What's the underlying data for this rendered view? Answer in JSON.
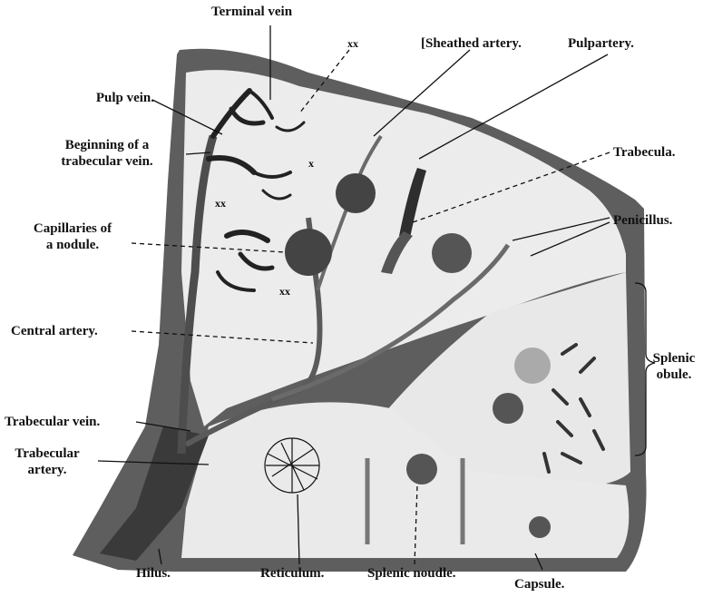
{
  "labels": {
    "terminal_vein": "Terminal vein",
    "xx_top": "xx",
    "sheathed_artery": "[Sheathed artery.",
    "pulpartery": "Pulpartery.",
    "pulp_vein": "Pulp vein.",
    "beginning_trabecular_vein_line1": "Beginning of a",
    "beginning_trabecular_vein_line2": "trabecular vein.",
    "trabecula": "Trabecula.",
    "penicillus": "Penicillus.",
    "capillaries_nodule_line1": "Capillaries of",
    "capillaries_nodule_line2": "a nodule.",
    "central_artery": "Central artery.",
    "splenic_lobule_line1": "Splenic",
    "splenic_lobule_line2": "obule.",
    "trabecular_vein": "Trabecular vein.",
    "trabecular_artery_line1": "Trabecular",
    "trabecular_artery_line2": "artery.",
    "hilus": "Hilus.",
    "reticulum": "Reticulum.",
    "splenic_nodule": "Splenic noudle.",
    "capsule": "Capsule.",
    "xx_a": "xx",
    "xx_b": "x",
    "xx_c": "xx"
  },
  "colors": {
    "capsule": "#5a5a5a",
    "pulp": "#e9e9e9",
    "vessel": "#4a4a4a",
    "ink": "#111111"
  }
}
